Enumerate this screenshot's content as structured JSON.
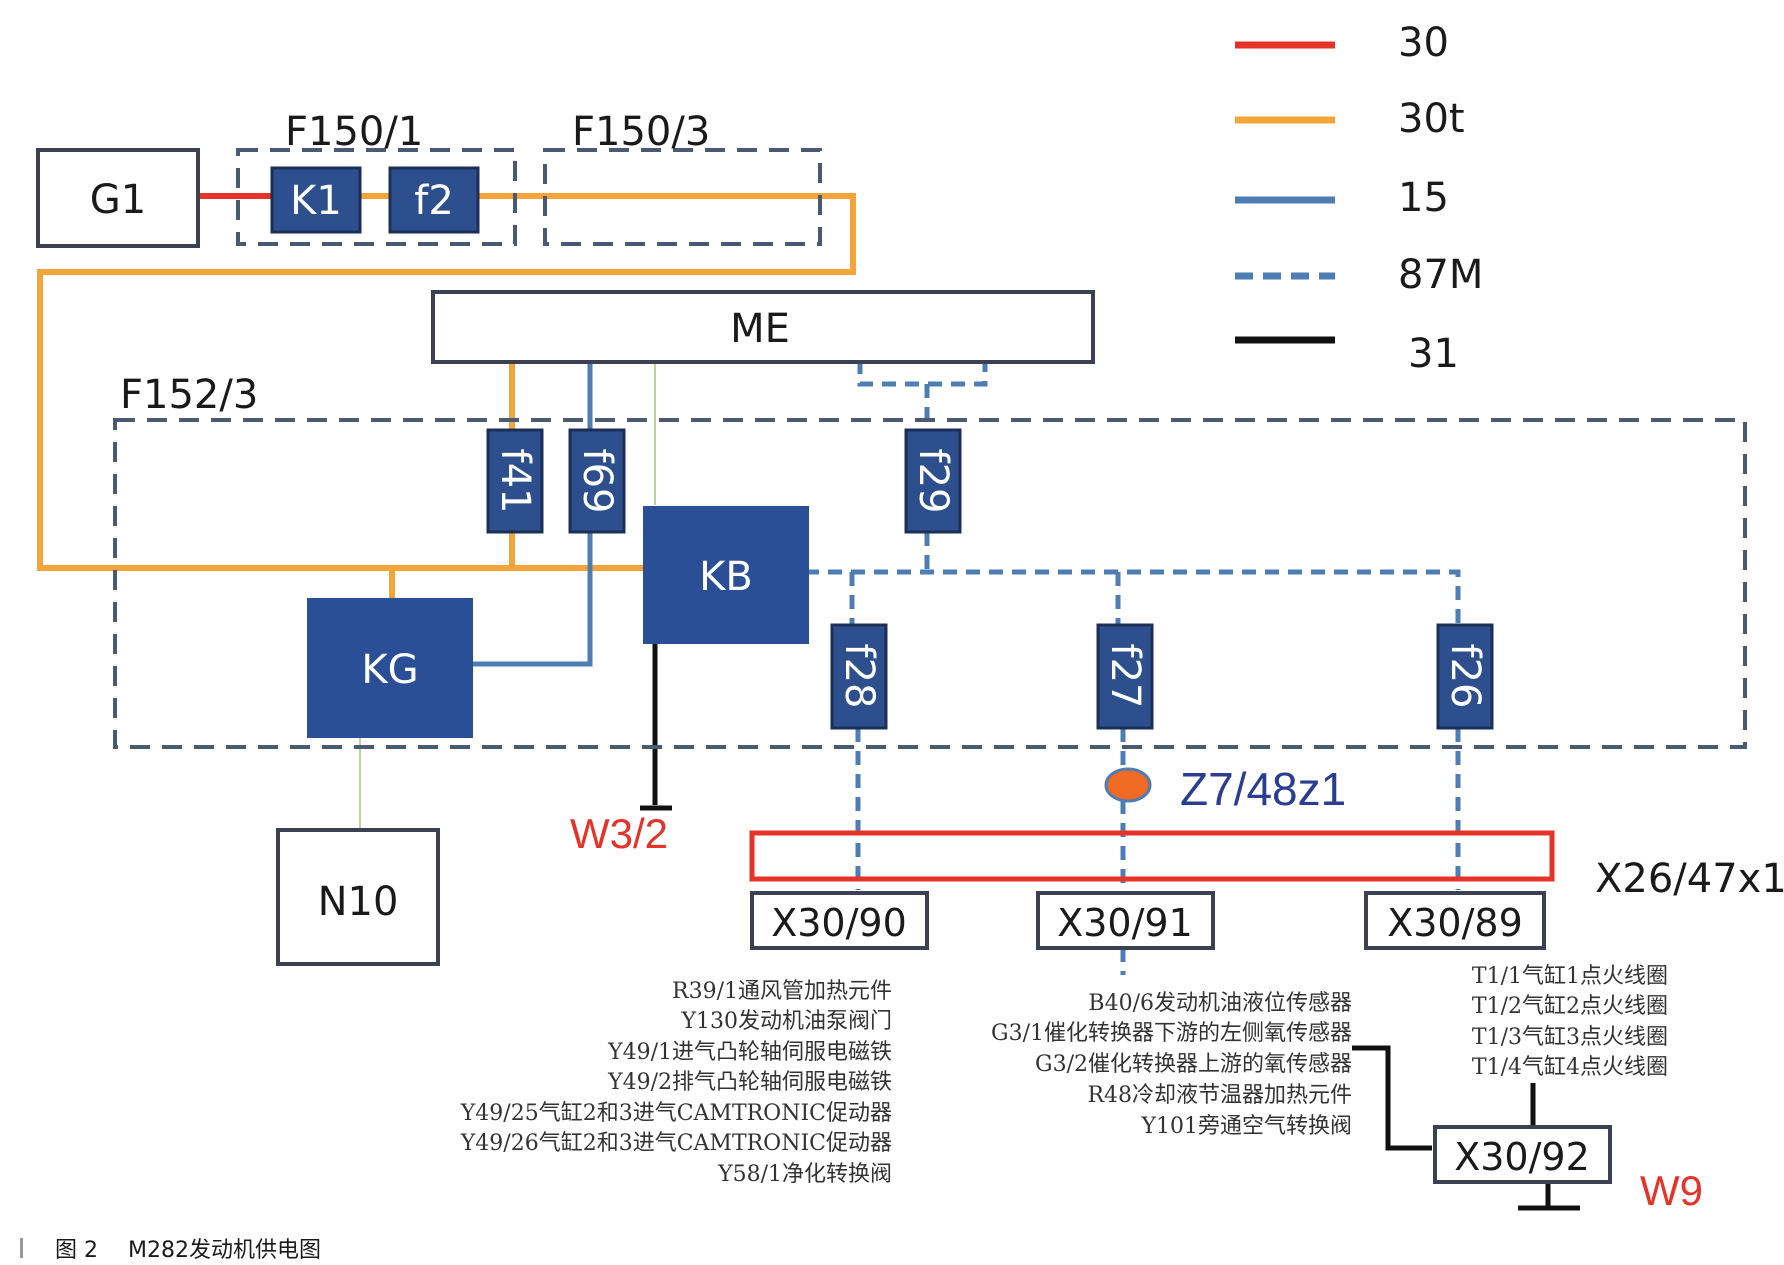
{
  "legend": [
    {
      "label": "30",
      "color": "#e53329",
      "style": "solid"
    },
    {
      "label": "30t",
      "color": "#f5a43a",
      "style": "solid"
    },
    {
      "label": "15",
      "color": "#4d7db3",
      "style": "solid"
    },
    {
      "label": "87M",
      "color": "#4d7db3",
      "style": "dashed"
    },
    {
      "label": "31",
      "color": "#111111",
      "style": "solid"
    }
  ],
  "components": {
    "g1": "G1",
    "k1": "K1",
    "f2": "f2",
    "f150_1": "F150/1",
    "f150_3": "F150/3",
    "me": "ME",
    "f152_3": "F152/3",
    "f41": "f41",
    "f69": "f69",
    "f29": "f29",
    "kb": "KB",
    "kg": "KG",
    "n10": "N10",
    "f28": "f28",
    "f27": "f27",
    "f26": "f26",
    "w3_2": "W3/2",
    "z7_48z1": "Z7/48z1",
    "x26_47x1": "X26/47x1",
    "x30_90": "X30/90",
    "x30_91": "X30/91",
    "x30_89": "X30/89",
    "x30_92": "X30/92",
    "w9": "W9"
  },
  "loads": {
    "x30_90": [
      "R39/1通风管加热元件",
      "Y130发动机油泵阀门",
      "Y49/1进气凸轮轴伺服电磁铁",
      "Y49/2排气凸轮轴伺服电磁铁",
      "Y49/25气缸2和3进气CAMTRONIC促动器",
      "Y49/26气缸2和3进气CAMTRONIC促动器",
      "Y58/1净化转换阀"
    ],
    "x30_91": [
      "B40/6发动机油液位传感器",
      "G3/1催化转换器下游的左侧氧传感器",
      "G3/2催化转换器上游的氧传感器",
      "R48冷却液节温器加热元件",
      "Y101旁通空气转换阀"
    ],
    "x30_89": [
      "T1/1气缸1点火线圈",
      "T1/2气缸2点火线圈",
      "T1/3气缸3点火线圈",
      "T1/4气缸4点火线圈"
    ]
  },
  "caption": {
    "figure_no": "图 2",
    "title": "M282发动机供电图"
  }
}
